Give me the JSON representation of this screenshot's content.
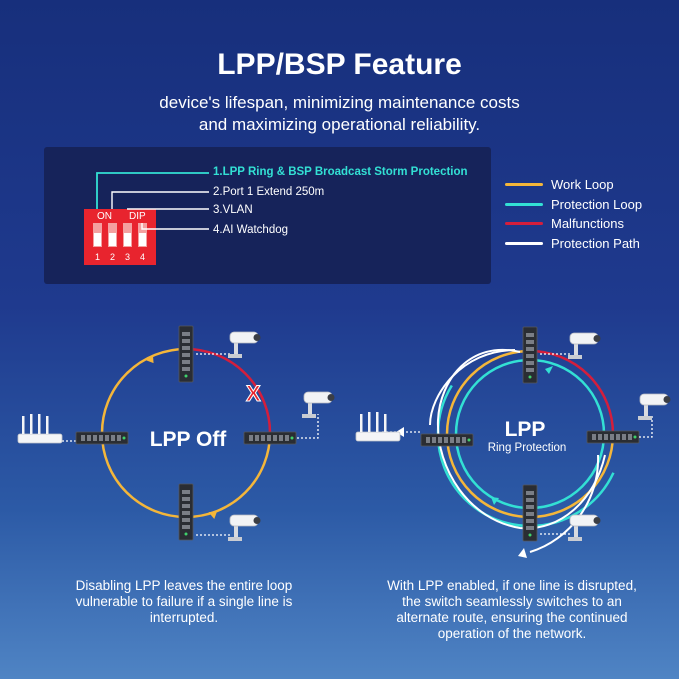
{
  "header": {
    "title": "LPP/BSP Feature",
    "subtitle_line1": "device's lifespan, minimizing maintenance costs",
    "subtitle_line2": "and maximizing operational reliability."
  },
  "dip": {
    "on_label": "ON",
    "dip_label": "DIP",
    "numbers": [
      "1",
      "2",
      "3",
      "4"
    ],
    "features": [
      "1.LPP Ring & BSP Broadcast Storm Protection",
      "2.Port 1 Extend 250m",
      "3.VLAN",
      "4.AI Watchdog"
    ]
  },
  "legend": [
    {
      "label": "Work Loop",
      "color": "#f4b63a"
    },
    {
      "label": "Protection Loop",
      "color": "#33e0d4"
    },
    {
      "label": "Malfunctions",
      "color": "#d41e3c"
    },
    {
      "label": "Protection Path",
      "color": "#ffffff"
    }
  ],
  "diagram_left": {
    "label": "LPP Off",
    "fault_mark": "X",
    "caption_line1": "Disabling LPP leaves the entire loop",
    "caption_line2": "vulnerable to failure if a single line is",
    "caption_line3": "interrupted."
  },
  "diagram_right": {
    "label": "LPP",
    "sublabel": "Ring Protection",
    "caption_line1": "With LPP enabled, if one line is disrupted,",
    "caption_line2": "the switch seamlessly switches to an",
    "caption_line3": "alternate route, ensuring the continued",
    "caption_line4": "operation of the network."
  },
  "icons": {
    "router": "wifi-router-icon",
    "switch": "network-switch-icon",
    "camera": "security-camera-icon"
  }
}
